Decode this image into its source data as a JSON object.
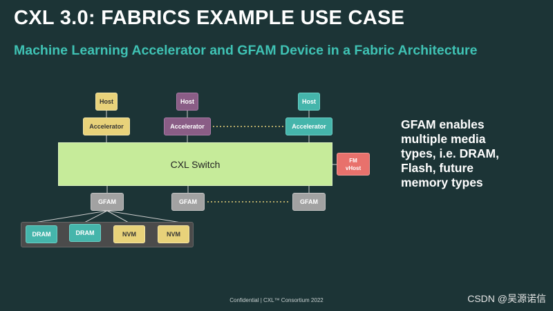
{
  "title": "CXL 3.0: FABRICS EXAMPLE USE CASE",
  "subtitle": "Machine Learning Accelerator and GFAM Device in a Fabric Architecture",
  "diagram": {
    "hosts": [
      "Host",
      "Host",
      "Host"
    ],
    "accelerators": [
      "Accelerator",
      "Accelerator",
      "Accelerator"
    ],
    "switch_label": "CXL Switch",
    "fm_line1": "FM",
    "fm_line2": "vHost",
    "gfams": [
      "GFAM",
      "GFAM",
      "GFAM"
    ],
    "memory": [
      "DRAM",
      "DRAM",
      "NVM",
      "NVM"
    ]
  },
  "side_text": [
    "GFAM enables",
    "multiple media",
    "types, i.e. DRAM,",
    "Flash, future",
    "memory types"
  ],
  "footer": "Confidential  |  CXL™ Consortium 2022",
  "watermark": "CSDN @吴源诺信",
  "colors": {
    "background": "#1c3436",
    "accent": "#3fc2b4",
    "yellow": "#e8d27a",
    "purple": "#8a5d86",
    "teal": "#45b5ab",
    "switch_green": "#c6eb9a",
    "fm_red": "#e8716c",
    "gfam_gray": "#a2a2a2"
  }
}
